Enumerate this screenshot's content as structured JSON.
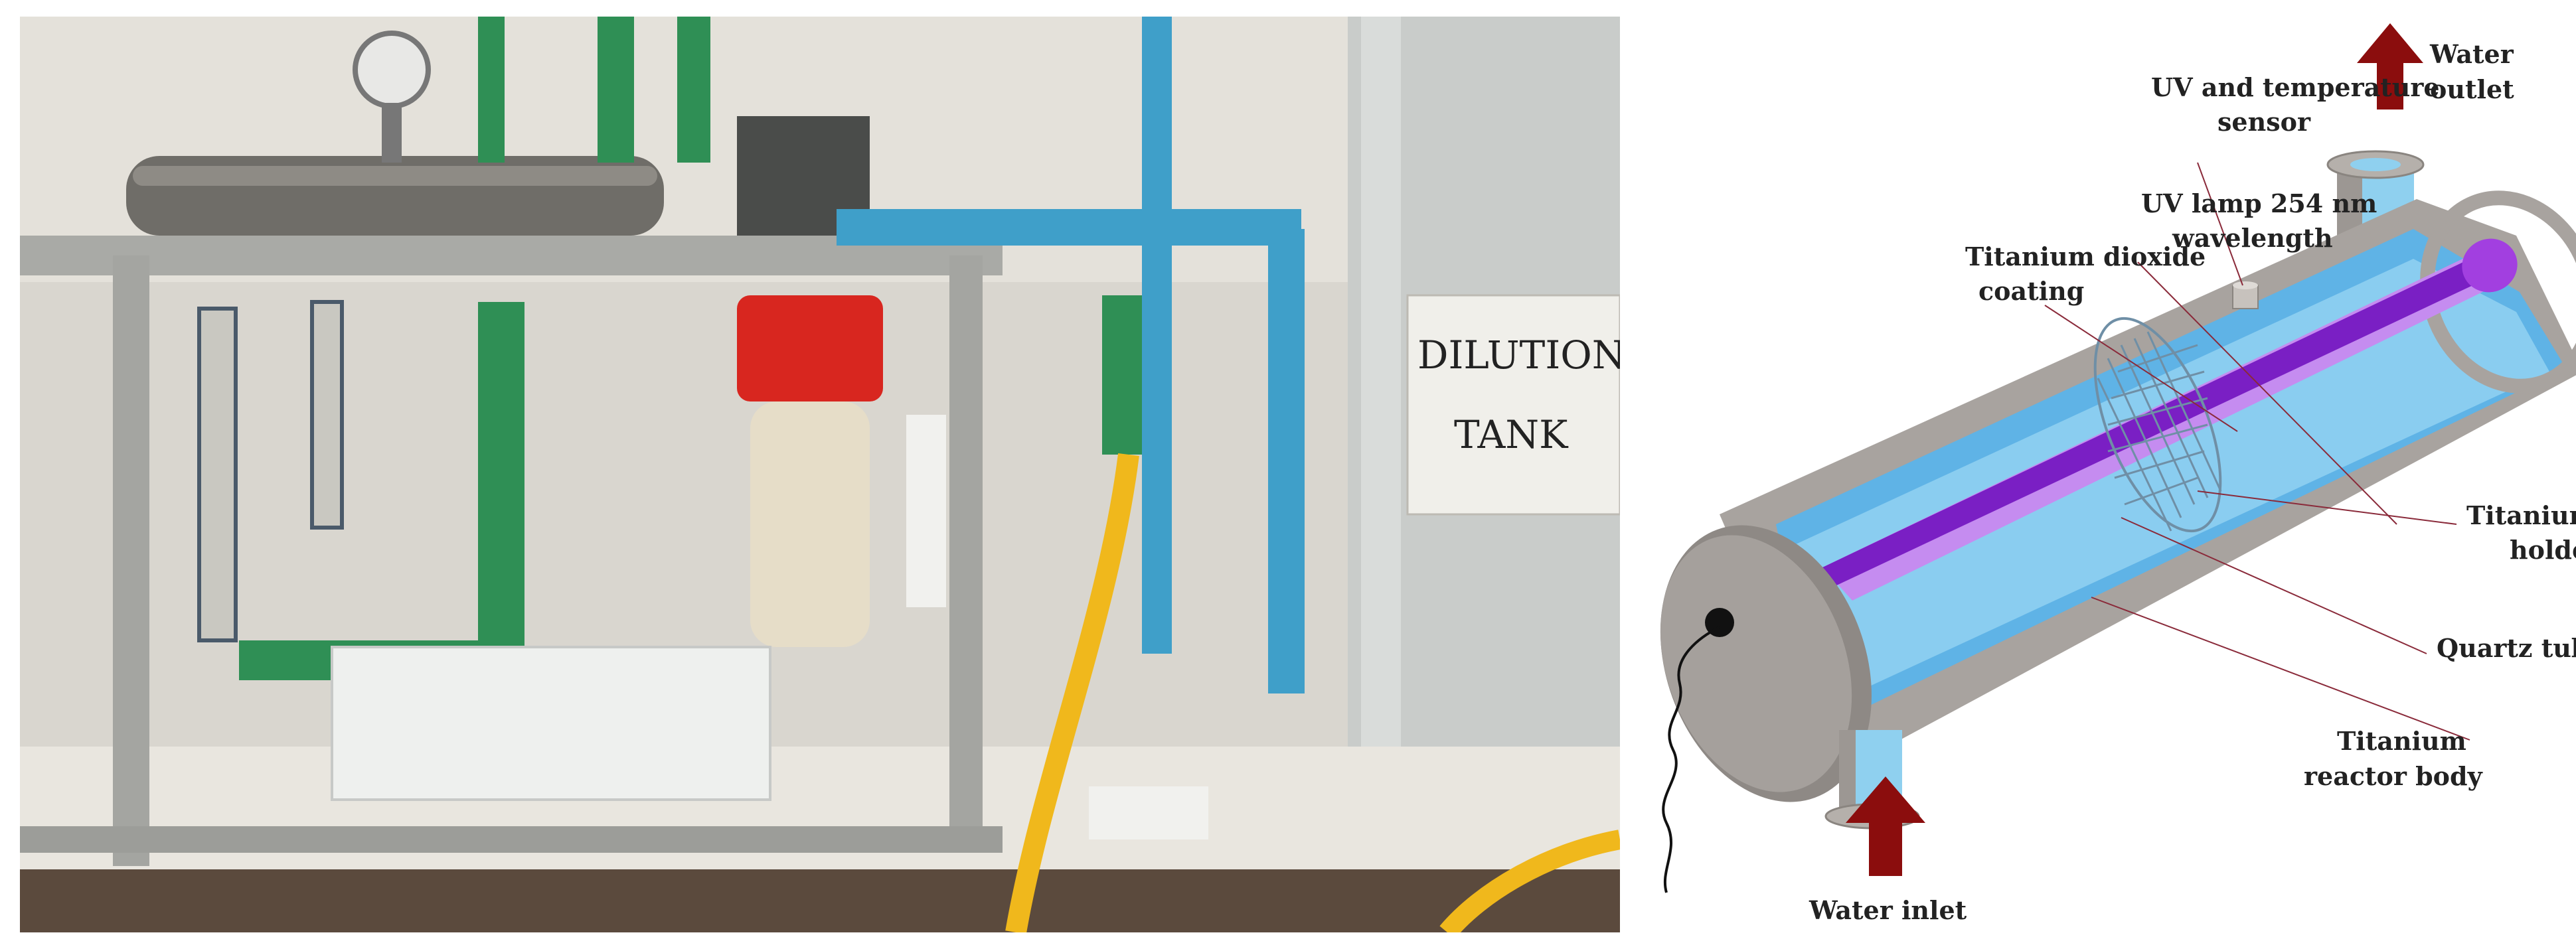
{
  "photo": {
    "sign_lines": [
      "DILUTION",
      "TANK"
    ]
  },
  "diagram": {
    "labels": {
      "uv_temp_sensor": [
        "UV and temperature",
        "sensor"
      ],
      "water_outlet": [
        "Water",
        "outlet"
      ],
      "uv_lamp": [
        "UV lamp 254 nm",
        "wavelength"
      ],
      "tio2_coating": [
        "Titanium dioxide",
        "coating"
      ],
      "lamp_holder": [
        "Titanium lamp",
        "holder"
      ],
      "quartz_tube": [
        "Quartz tube"
      ],
      "reactor_body": [
        "Titanium",
        "reactor body"
      ],
      "water_inlet": [
        "Water inlet"
      ]
    },
    "colors": {
      "reactor_shell": "#a8a39f",
      "coating": "#5fb3e6",
      "lamp": "#7a1fc4",
      "arrow": "#8b0d0d",
      "leader": "#8a2a3a"
    }
  }
}
